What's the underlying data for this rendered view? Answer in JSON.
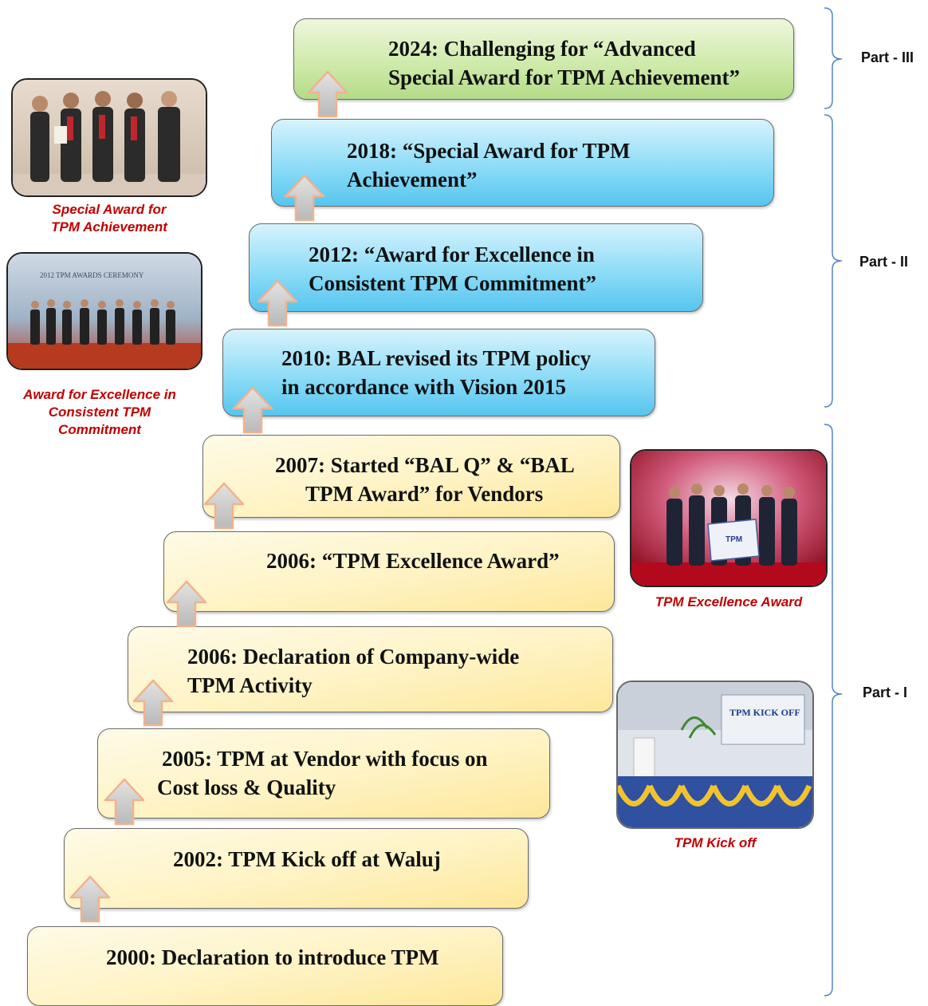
{
  "steps": [
    {
      "text": "2000: Declaration to introduce TPM"
    },
    {
      "text": "2002: TPM Kick off at Waluj"
    },
    {
      "line1": "2005: TPM at Vendor with focus on",
      "line2": "Cost loss & Quality"
    },
    {
      "line1": "2006: Declaration of Company-wide",
      "line2": "TPM Activity"
    },
    {
      "text": "2006: “TPM Excellence Award”"
    },
    {
      "line1": "2007: Started “BAL Q” & “BAL",
      "line2": "TPM Award” for Vendors"
    },
    {
      "line1": "2010: BAL revised its TPM policy",
      "line2": "in accordance with Vision 2015"
    },
    {
      "line1": "2012: “Award for Excellence in",
      "line2": "Consistent TPM Commitment”"
    },
    {
      "line1": "2018: “Special Award for TPM",
      "line2": "Achievement”"
    },
    {
      "line1": "2024: Challenging for “Advanced",
      "line2": "Special Award for TPM Achievement”"
    }
  ],
  "captions": {
    "special_award": {
      "line1": "Special Award for",
      "line2": "TPM Achievement"
    },
    "excellence_consistent": {
      "line1": "Award for Excellence in",
      "line2": "Consistent TPM",
      "line3": "Commitment"
    },
    "tpm_excellence": "TPM Excellence Award",
    "tpm_kickoff": "TPM Kick off"
  },
  "parts": {
    "part3": "Part - III",
    "part2": "Part - II",
    "part1": "Part - I"
  },
  "photo_signs": {
    "ceremony_banner": "2012 TPM AWARDS CEREMONY",
    "flag_text": "TPM",
    "kickoff_banner": "TPM KICK OFF"
  },
  "colors": {
    "caption": "#c00000",
    "arrow_fill": "#c8c8c8",
    "arrow_stroke": "#f2b28c",
    "brace": "#4f86c6"
  }
}
